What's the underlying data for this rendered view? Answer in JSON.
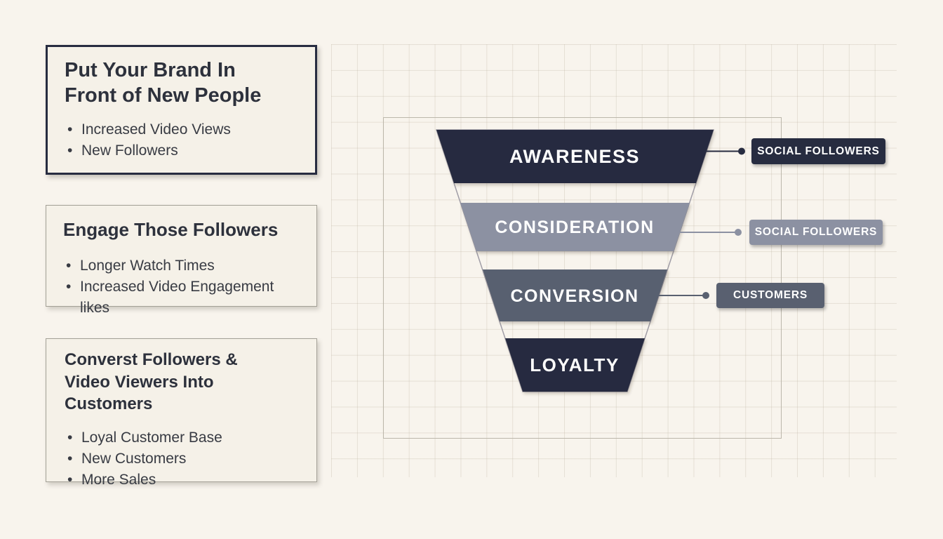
{
  "page": {
    "background": "#f8f4ed"
  },
  "cards": [
    {
      "title": "Put Your Brand In\nFront of New People",
      "bullets": [
        "Increased Video Views",
        "New Followers"
      ]
    },
    {
      "title": "Engage Those Followers",
      "bullets": [
        "Longer Watch Times",
        "Increased Video Engagement likes"
      ]
    },
    {
      "title": "Converst Followers &\nVideo Viewers Into Customers",
      "bullets": [
        "Loyal Customer Base",
        "New Customers",
        "More Sales"
      ]
    }
  ],
  "funnel": {
    "outline_color": "#a09da6",
    "stages": [
      {
        "label": "AWARENESS",
        "color": "#272c40"
      },
      {
        "label": "CONSIDERATION",
        "color": "#8c91a2"
      },
      {
        "label": "CONVERSION",
        "color": "#596070"
      },
      {
        "label": "LOYALTY",
        "color": "#272c40"
      }
    ],
    "callouts": [
      {
        "label": "SOCIAL FOLLOWERS",
        "color": "#272c40"
      },
      {
        "label": "SOCIAL FOLLOWERS",
        "color": "#8c91a2"
      },
      {
        "label": "CUSTOMERS",
        "color": "#596070"
      }
    ]
  }
}
